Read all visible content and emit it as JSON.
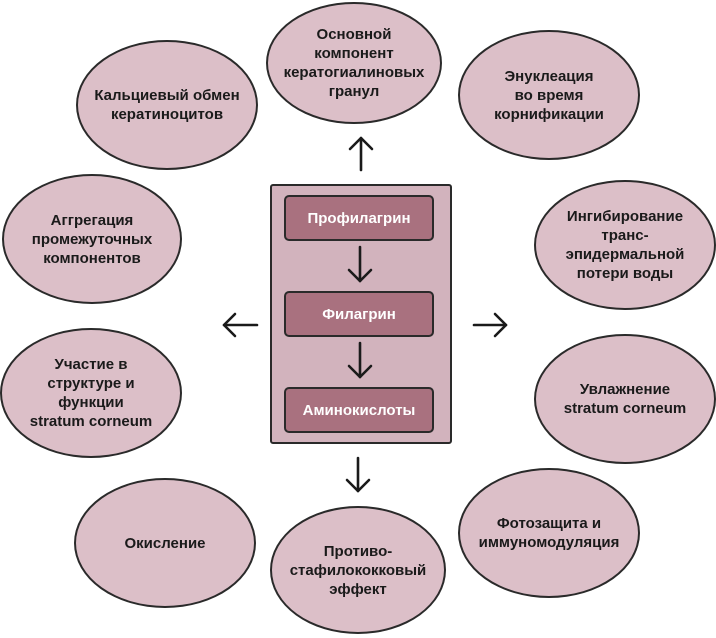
{
  "diagram": {
    "core": {
      "steps": [
        "Профилагрин",
        "Филагрин",
        "Аминокислоты"
      ]
    },
    "functions": [
      {
        "id": "granules",
        "text": "Основной\nкомпонент\nкератогиалиновых\nгранул"
      },
      {
        "id": "calcium",
        "text": "Кальциевый обмен\nкератиноцитов"
      },
      {
        "id": "enucleation",
        "text": "Энуклеация\nво время\nкорнификации"
      },
      {
        "id": "aggregation",
        "text": "Аггрегация\nпромежуточных\nкомпонентов"
      },
      {
        "id": "tewl",
        "text": "Ингибирование\nтранс-\nэпидермальной\nпотери воды"
      },
      {
        "id": "structure",
        "text": "Участие в\nструктуре и\nфункции\nstratum corneum"
      },
      {
        "id": "hydration",
        "text": "Увлажнение\nstratum corneum"
      },
      {
        "id": "oxidation",
        "text": "Окисление"
      },
      {
        "id": "antistaph",
        "text": "Противо-\nстафилококковый\nэффект"
      },
      {
        "id": "photo",
        "text": "Фотозащита и\nиммуномодуляция"
      }
    ]
  }
}
